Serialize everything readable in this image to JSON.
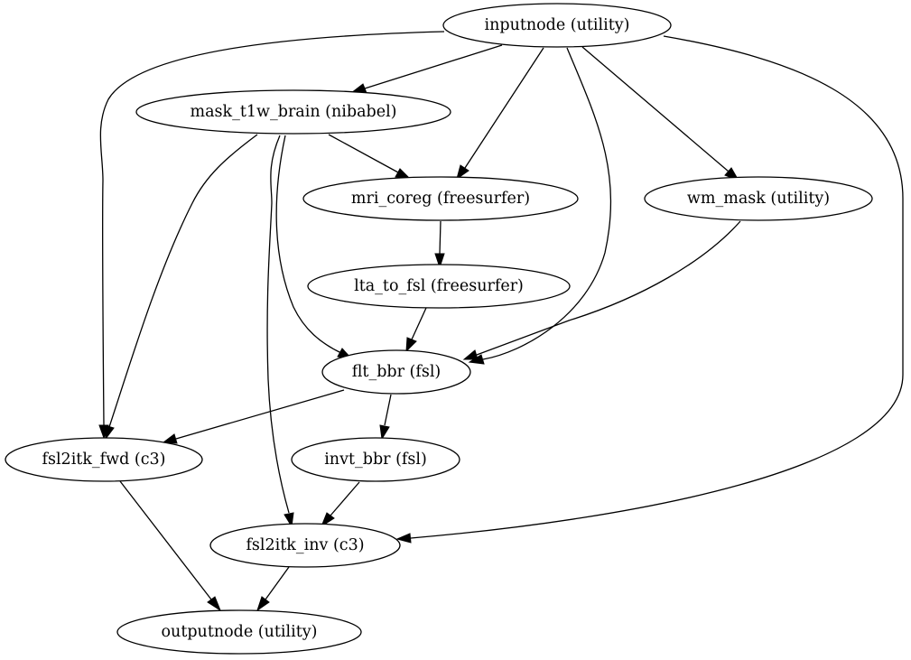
{
  "graph": {
    "nodes": {
      "inputnode": "inputnode (utility)",
      "mask_t1w_brain": "mask_t1w_brain (nibabel)",
      "mri_coreg": "mri_coreg (freesurfer)",
      "wm_mask": "wm_mask (utility)",
      "lta_to_fsl": "lta_to_fsl (freesurfer)",
      "flt_bbr": "flt_bbr (fsl)",
      "fsl2itk_fwd": "fsl2itk_fwd (c3)",
      "invt_bbr": "invt_bbr (fsl)",
      "fsl2itk_inv": "fsl2itk_inv (c3)",
      "outputnode": "outputnode (utility)"
    },
    "edges": [
      [
        "inputnode",
        "mask_t1w_brain"
      ],
      [
        "inputnode",
        "mri_coreg"
      ],
      [
        "inputnode",
        "wm_mask"
      ],
      [
        "inputnode",
        "flt_bbr"
      ],
      [
        "inputnode",
        "fsl2itk_fwd"
      ],
      [
        "inputnode",
        "fsl2itk_inv"
      ],
      [
        "mask_t1w_brain",
        "mri_coreg"
      ],
      [
        "mask_t1w_brain",
        "flt_bbr"
      ],
      [
        "mask_t1w_brain",
        "fsl2itk_fwd"
      ],
      [
        "mask_t1w_brain",
        "fsl2itk_inv"
      ],
      [
        "mri_coreg",
        "lta_to_fsl"
      ],
      [
        "lta_to_fsl",
        "flt_bbr"
      ],
      [
        "wm_mask",
        "flt_bbr"
      ],
      [
        "flt_bbr",
        "fsl2itk_fwd"
      ],
      [
        "flt_bbr",
        "invt_bbr"
      ],
      [
        "invt_bbr",
        "fsl2itk_inv"
      ],
      [
        "fsl2itk_fwd",
        "outputnode"
      ],
      [
        "fsl2itk_inv",
        "outputnode"
      ]
    ]
  }
}
